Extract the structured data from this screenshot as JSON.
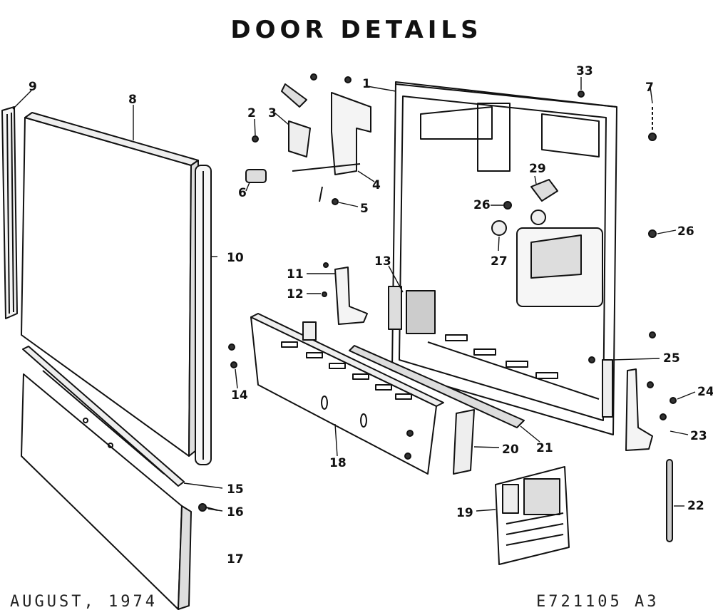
{
  "title": "DOOR DETAILS",
  "date": "AUGUST, 1974",
  "drawing_number": "E721105 A3",
  "callouts": {
    "c1": "1",
    "c2": "2",
    "c3": "3",
    "c4": "4",
    "c5": "5",
    "c6": "6",
    "c7": "7",
    "c8": "8",
    "c9": "9",
    "c10": "10",
    "c11": "11",
    "c12": "12",
    "c13": "13",
    "c14": "14",
    "c15": "15",
    "c16": "16",
    "c17": "17",
    "c18": "18",
    "c19": "19",
    "c20": "20",
    "c21": "21",
    "c22": "22",
    "c23": "23",
    "c24": "24",
    "c25": "25",
    "c26a": "26",
    "c26b": "26",
    "c27": "27",
    "c29": "29",
    "c33": "33"
  }
}
